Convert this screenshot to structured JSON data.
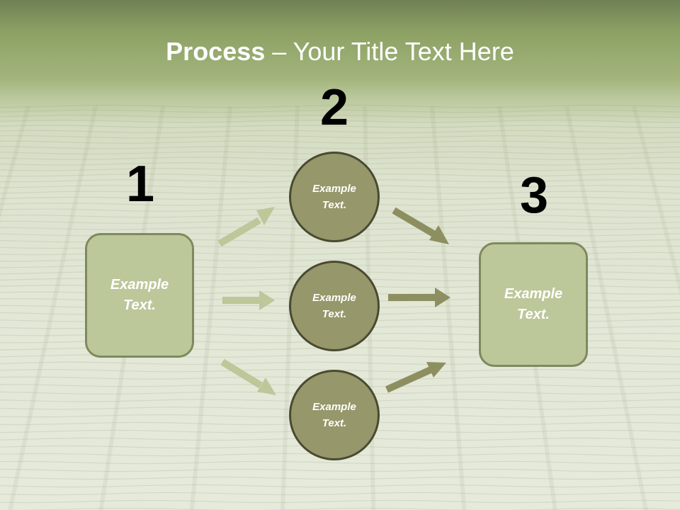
{
  "title": {
    "bold": "Process",
    "rest": " – Your Title Text Here"
  },
  "steps": [
    {
      "number": "1"
    },
    {
      "number": "2"
    },
    {
      "number": "3"
    }
  ],
  "left_box": {
    "text": "Example\nText."
  },
  "circles": [
    {
      "text": "Example\nText."
    },
    {
      "text": "Example\nText."
    },
    {
      "text": "Example\nText."
    }
  ],
  "right_box": {
    "text": "Example\nText."
  },
  "colors": {
    "header_green": "#8da165",
    "box_fill": "#bcc79a",
    "box_border": "#7d8a60",
    "circle_fill": "#96976a",
    "circle_border": "#4a4a32",
    "arrow_light": "#bcc79a",
    "arrow_dark": "#8e8f60"
  }
}
